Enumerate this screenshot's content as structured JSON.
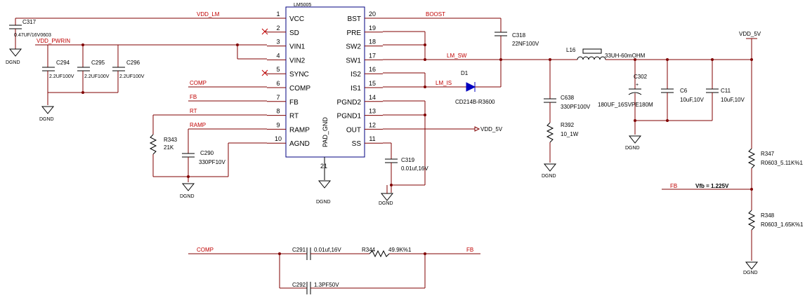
{
  "chip": {
    "name": "LM5005",
    "left_pins": [
      {
        "num": "1",
        "name": "VCC"
      },
      {
        "num": "2",
        "name": "SD"
      },
      {
        "num": "3",
        "name": "VIN1"
      },
      {
        "num": "4",
        "name": "VIN2"
      },
      {
        "num": "5",
        "name": "SYNC"
      },
      {
        "num": "6",
        "name": "COMP"
      },
      {
        "num": "7",
        "name": "FB"
      },
      {
        "num": "8",
        "name": "RT"
      },
      {
        "num": "9",
        "name": "RAMP"
      },
      {
        "num": "10",
        "name": "AGND"
      }
    ],
    "right_pins": [
      {
        "num": "20",
        "name": "BST"
      },
      {
        "num": "19",
        "name": "PRE"
      },
      {
        "num": "18",
        "name": "SW2"
      },
      {
        "num": "17",
        "name": "SW1"
      },
      {
        "num": "16",
        "name": "IS2"
      },
      {
        "num": "15",
        "name": "IS1"
      },
      {
        "num": "14",
        "name": "PGND2"
      },
      {
        "num": "13",
        "name": "PGND1"
      },
      {
        "num": "12",
        "name": "OUT"
      },
      {
        "num": "11",
        "name": "SS"
      }
    ],
    "pad_label": "PAD_GND",
    "pad_num": "21"
  },
  "nets": {
    "vdd_lm": "VDD_LM",
    "vdd_pwrin": "VDD_PWRIN",
    "boost": "BOOST",
    "lm_sw": "LM_SW",
    "lm_is": "LM_IS",
    "comp_a": "COMP",
    "fb_a": "FB",
    "rt": "RT",
    "ramp": "RAMP",
    "vdd_5v_out": "VDD_5V",
    "vdd_5v_rail": "VDD_5V",
    "fb_b": "FB",
    "comp_b": "COMP",
    "fb_c": "FB",
    "vfb": "Vfb = 1.225V"
  },
  "grounds": {
    "label": "DGND"
  },
  "components": {
    "c317": {
      "ref": "C317",
      "val": "0.47UF/16V0603"
    },
    "c294": {
      "ref": "C294",
      "val": "2.2UF100V"
    },
    "c295": {
      "ref": "C295",
      "val": "2.2UF100V"
    },
    "c296": {
      "ref": "C296",
      "val": "2.2UF100V"
    },
    "r343": {
      "ref": "R343",
      "val": "21K"
    },
    "c290": {
      "ref": "C290",
      "val": "330PF10V"
    },
    "c318": {
      "ref": "C318",
      "val": "22NF100V"
    },
    "d1": {
      "ref": "D1",
      "val": "CD214B-R3600"
    },
    "c319": {
      "ref": "C319",
      "val": "0.01uf,16V"
    },
    "l16": {
      "ref": "L16",
      "val": "33UH-60mOHM"
    },
    "c638": {
      "ref": "C638",
      "val": "330PF100V"
    },
    "r392": {
      "ref": "R392",
      "val": "10_1W"
    },
    "c302": {
      "ref": "C302",
      "val": "180UF_16SVPE180M"
    },
    "c6": {
      "ref": "C6",
      "val": "10uF,10V"
    },
    "c11": {
      "ref": "C11",
      "val": "10uF,10V"
    },
    "r347": {
      "ref": "R347",
      "val": "R0603_5.11K%1"
    },
    "r348": {
      "ref": "R348",
      "val": "R0603_1.65K%1"
    },
    "c291": {
      "ref": "C291",
      "val": "0.01uf,16V"
    },
    "r344": {
      "ref": "R344",
      "val": "49.9K%1"
    },
    "c292": {
      "ref": "C292",
      "val": "1.3PF50V"
    }
  },
  "colors": {
    "wire": "#800000",
    "net_label": "#c00000",
    "component": "#000000",
    "chip_outline": "#000080",
    "diode": "#0000c0",
    "background": "#ffffff"
  }
}
